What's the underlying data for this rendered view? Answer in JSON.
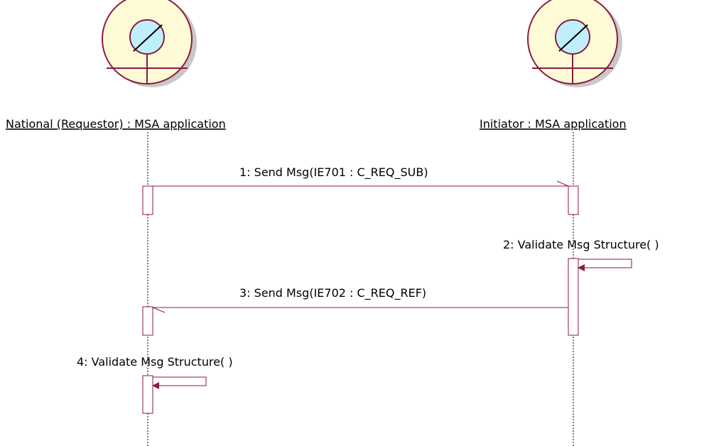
{
  "actors": [
    {
      "label": "National (Requestor) : MSA application",
      "icon": "boundary-actor-icon"
    },
    {
      "label": "Initiator : MSA application",
      "icon": "boundary-actor-icon"
    }
  ],
  "messages": [
    {
      "label": "1: Send Msg(IE701 : C_REQ_SUB)",
      "from": 0,
      "to": 1,
      "kind": "call"
    },
    {
      "label": "2: Validate Msg Structure( )",
      "from": 1,
      "to": 1,
      "kind": "self"
    },
    {
      "label": "3: Send Msg(IE702 : C_REQ_REF)",
      "from": 1,
      "to": 0,
      "kind": "call"
    },
    {
      "label": "4: Validate Msg Structure( )",
      "from": 0,
      "to": 0,
      "kind": "self"
    }
  ],
  "colors": {
    "line": "#8b1a3e",
    "icon_fill": "#fffbd7",
    "icon_shadow": "#c8c8c8",
    "lens_fill": "#bfeffb"
  }
}
